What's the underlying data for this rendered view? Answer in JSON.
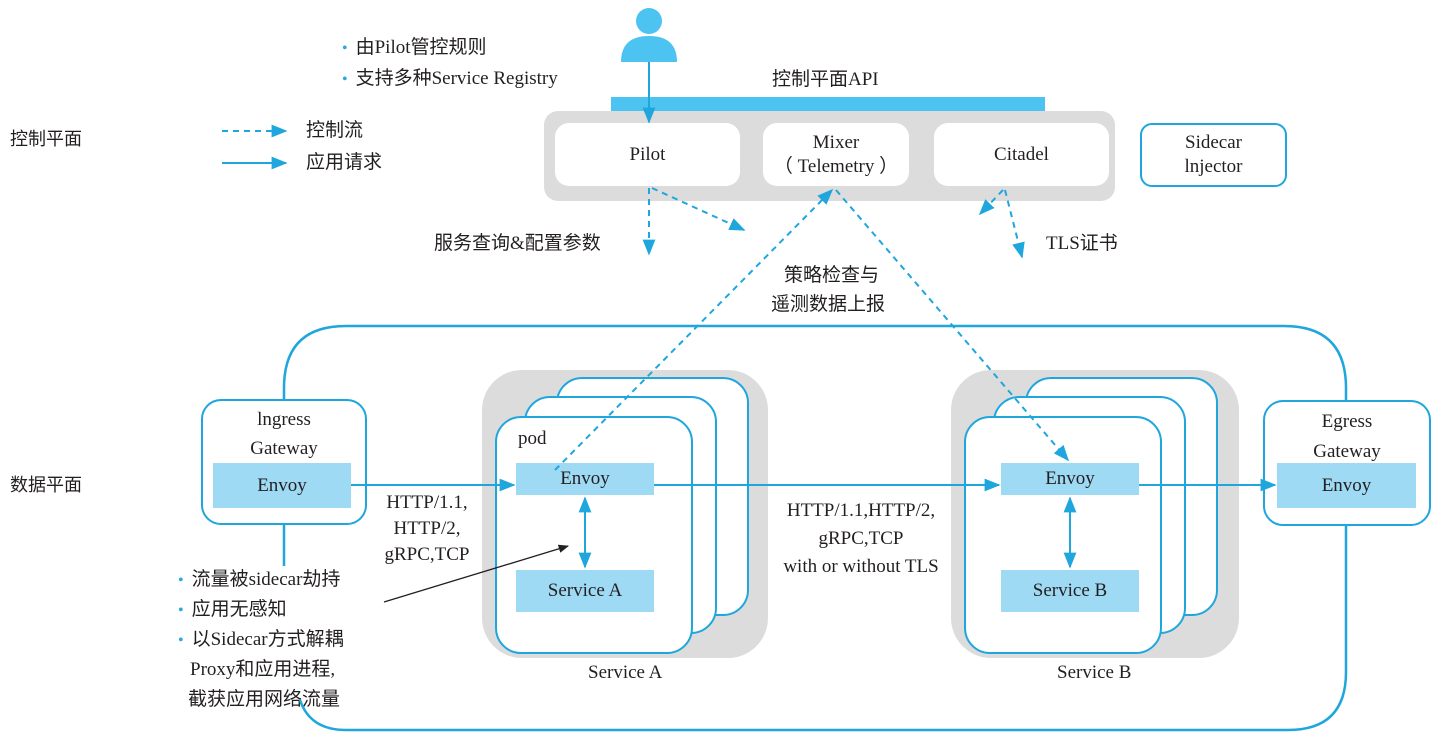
{
  "plane_labels": {
    "control_plane": "控制平面",
    "data_plane": "数据平面"
  },
  "pilot_notes": [
    "由Pilot管控规则",
    "支持多种Service Registry"
  ],
  "legend": {
    "control_flow": "控制流",
    "app_request": "应用请求"
  },
  "control_plane": {
    "api_label": "控制平面API",
    "components": {
      "pilot": "Pilot",
      "mixer_line1": "Mixer",
      "mixer_line2": "（ Telemetry ）",
      "citadel": "Citadel"
    },
    "sidecar_injector_line1": "Sidecar",
    "sidecar_injector_line2": "lnjector"
  },
  "annotations": {
    "service_discovery": "服务查询&配置参数",
    "policy_line1": "策略检查与",
    "policy_line2": "遥测数据上报",
    "tls_cert": "TLS证书"
  },
  "data_plane": {
    "ingress_line1": "lngress",
    "ingress_line2": "Gateway",
    "egress_line1": "Egress",
    "egress_line2": "Gateway",
    "envoy": "Envoy",
    "pod_label": "pod",
    "service_a": "Service A",
    "service_b": "Service B",
    "service_a_group": "Service A",
    "service_b_group": "Service B",
    "ingress_protocols": [
      "HTTP/1.1,",
      "HTTP/2,",
      "gRPC,TCP"
    ],
    "mesh_protocols": [
      "HTTP/1.1,HTTP/2,",
      "gRPC,TCP",
      "with or without TLS"
    ]
  },
  "sidecar_notes": [
    "流量被sidecar劫持",
    "应用无感知",
    "以Sidecar方式解耦"
  ],
  "sidecar_note_continuation": [
    "Proxy和应用进程,",
    "截获应用网络流量"
  ],
  "colors": {
    "accent_blue": "#1ea6dd",
    "light_blue_fill": "#9edaf4",
    "api_bar": "#4cc3f1",
    "panel_gray": "#dcdcdc"
  }
}
